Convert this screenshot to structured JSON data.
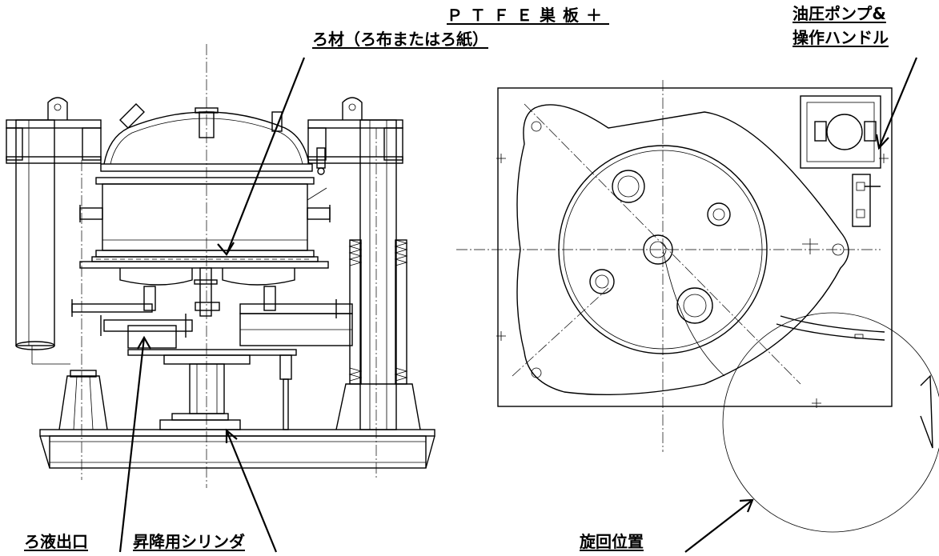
{
  "labels": {
    "ptfe_line1": "ＰＴＦＥ巣板＋",
    "ptfe_line2": "ろ材（ろ布またはろ紙）",
    "pump_line1": "油圧ポンプ&",
    "pump_line2": "操作ハンドル",
    "filtrate_outlet": "ろ液出口",
    "lift_cylinder": "昇降用シリンダ",
    "rotation_position": "旋回位置"
  },
  "colors": {
    "line": "#000000",
    "background": "#ffffff"
  }
}
